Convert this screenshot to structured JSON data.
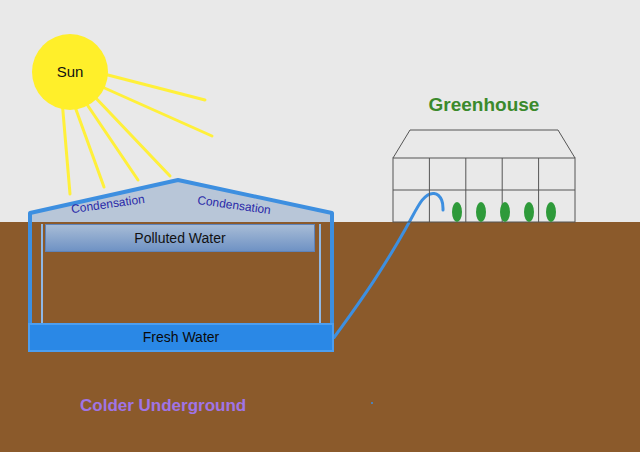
{
  "diagram": {
    "nodes": [
      {
        "text": [
          "Sun"
        ]
      },
      {
        "text": [
          "Condensation",
          "Condensation"
        ]
      },
      {
        "text": [
          "Polluted Water"
        ],
        "in": 1
      },
      {
        "text": [
          "Fresh Water"
        ]
      },
      {
        "text": [
          "Greenhouse"
        ]
      }
    ],
    "edges": [
      {
        "from": 3,
        "to": 4,
        "arrow": "none"
      }
    ],
    "labels": [
      "Colder Underground"
    ]
  }
}
